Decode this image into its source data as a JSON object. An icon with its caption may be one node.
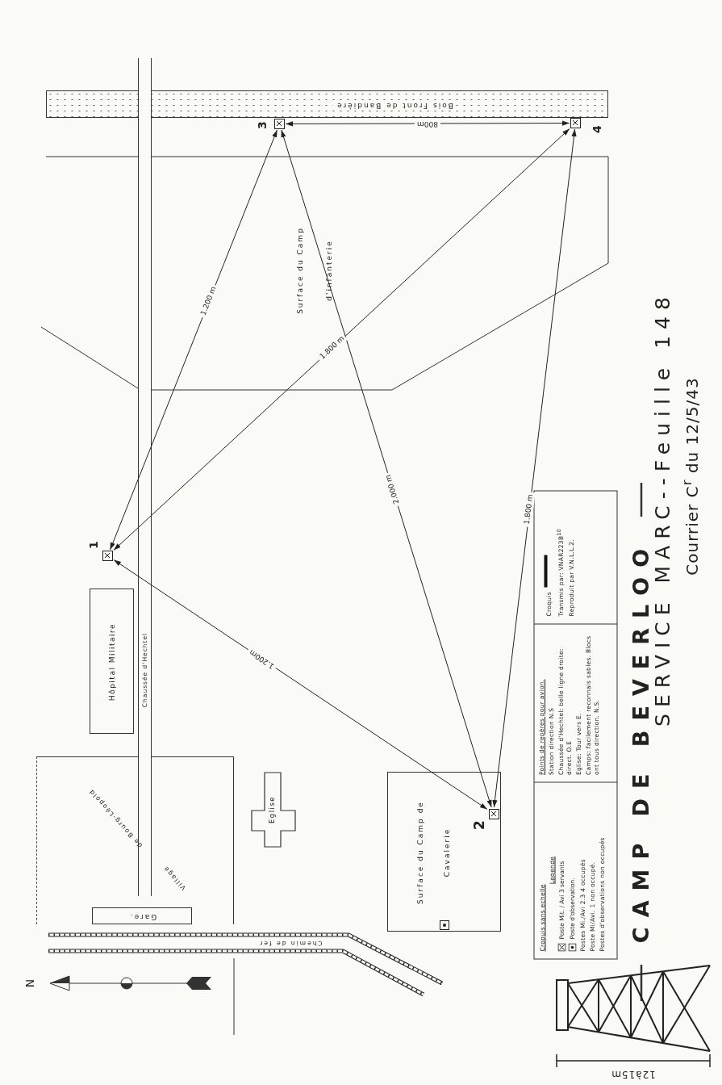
{
  "diagram": {
    "title": "CAMP DE BEVERLOO",
    "nodes": [
      {
        "text": [
          "Bois Front de Bandière"
        ]
      },
      {
        "text": [],
        "shape": "box",
        "beside": [
          "3"
        ]
      },
      {
        "text": [],
        "shape": "box",
        "beside": [
          "4"
        ]
      },
      {
        "text": [],
        "shape": "box",
        "beside": [
          "1"
        ]
      },
      {
        "text": [
          "Hôpital Militaire"
        ]
      },
      {
        "text": [
          "Village",
          "de Bourg-Léopold"
        ]
      },
      {
        "text": [
          "Eglise"
        ]
      },
      {
        "text": [
          "Gare."
        ],
        "in": 5
      },
      {
        "text": [
          "Surface du Camp de Cavalerie"
        ]
      },
      {
        "text": [],
        "shape": "box",
        "beside": [
          "2"
        ],
        "in": 8
      },
      {
        "text": [],
        "shape": "box",
        "in": 8
      },
      {
        "text": [
          "Chemin de fer"
        ]
      }
    ],
    "edges": [
      {
        "from": 3,
        "to": 1,
        "arrow": "both",
        "label": "1.200 m"
      },
      {
        "from": 3,
        "to": 2,
        "arrow": "both",
        "label": "1.800 m"
      },
      {
        "from": 1,
        "to": 9,
        "arrow": "both",
        "label": "2.000 m"
      },
      {
        "from": 2,
        "to": 9,
        "arrow": "both",
        "label": "1.800 m"
      },
      {
        "from": 3,
        "to": 9,
        "arrow": "both",
        "label": "1.200m"
      },
      {
        "from": 1,
        "to": 2,
        "arrow": "both",
        "label": "800m"
      }
    ],
    "labels": [
      "Croquis sans echelle",
      "Legende",
      "Postes Mi./Avi 2.3 4 occupés",
      "Poste Mi/Avi. 1 non occupé.",
      "Postes d'observations non occupés",
      "Points de repères pour avion.",
      "Station direction N.S",
      "Chaussée d'Hechtel: belle ligne droite: direct. O.E",
      "Eglise: Tour vers E.",
      "Camps: facilement reconnais sables. Blocs ont tous direction. N.S.",
      "Croquis",
      "Transmis par: VNAR223B$^{10}$",
      "Reproduit par V.N.L.L.2.",
      "SERVICE MARC--Feuille 148",
      "Courrier C$^{r}$ du 12/5/43",
      "N",
      "12à15m",
      "Surface du Camp d'infanterie",
      "Chaussée d'Hechtel"
    ],
    "legend": [
      {
        "text": "Poste Mit. / Avi 3 servants"
      },
      {
        "text": "Poste d'observation."
      }
    ]
  }
}
